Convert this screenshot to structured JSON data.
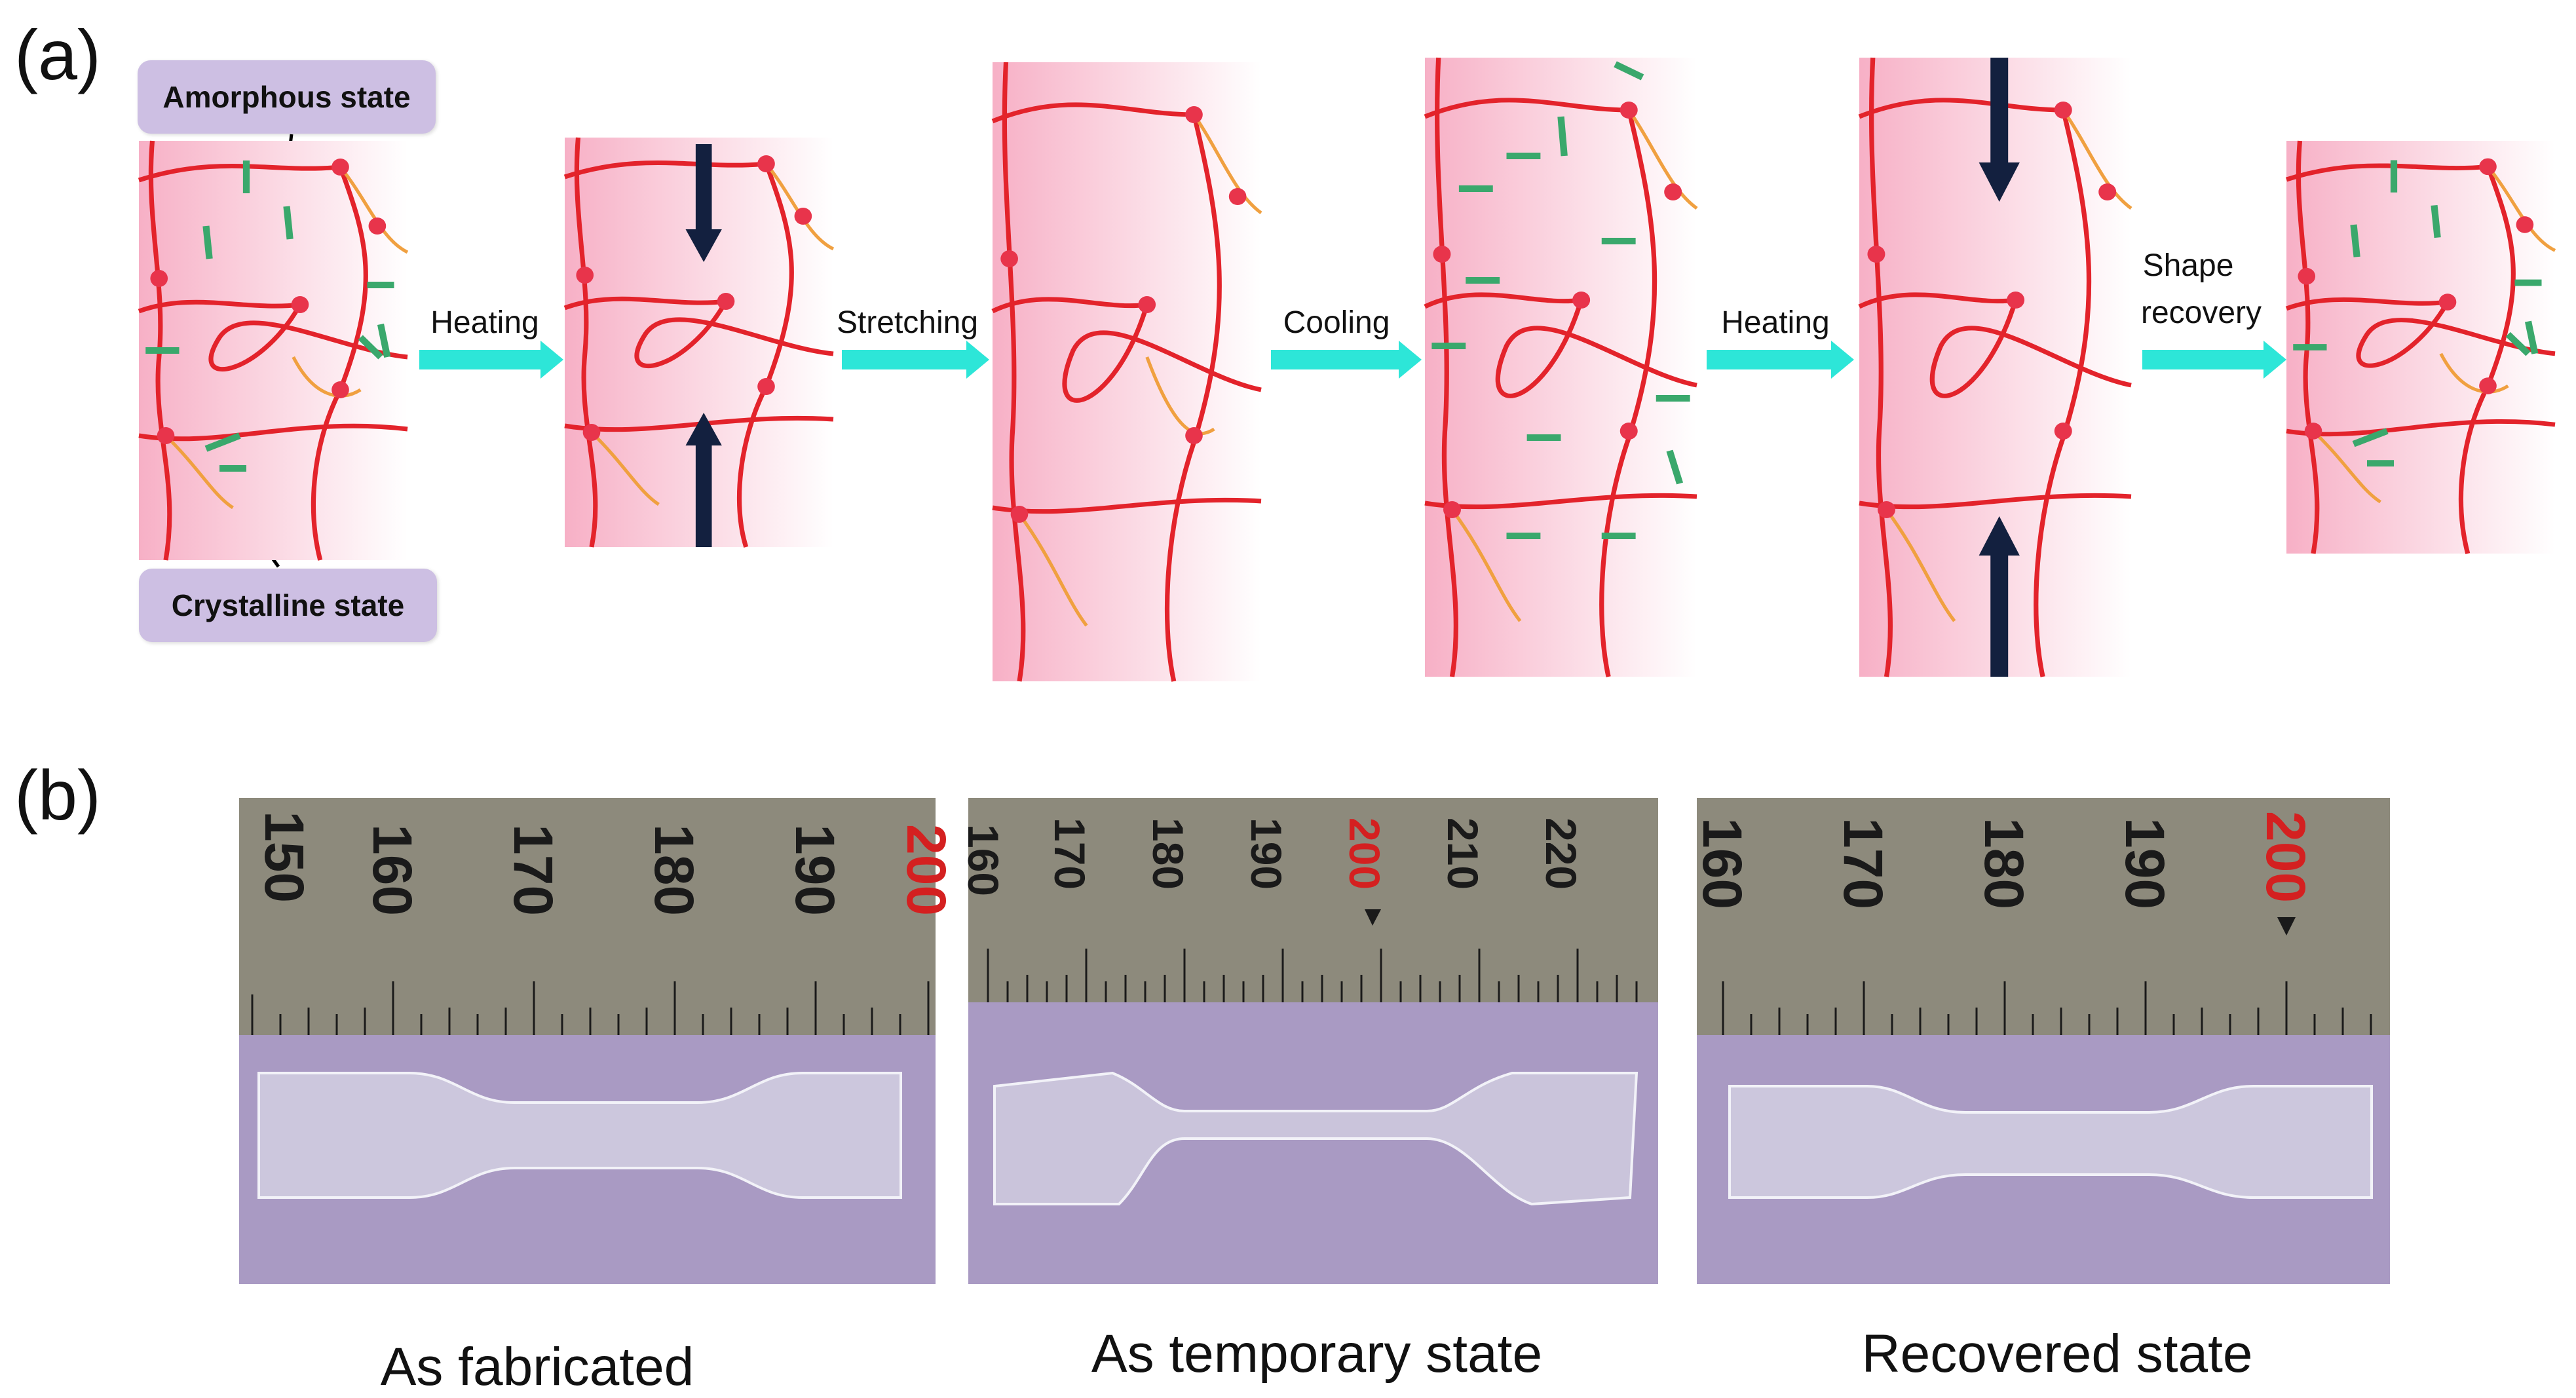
{
  "panel_a": {
    "label": "(a)",
    "tag_amorphous": "Amorphous state",
    "tag_crystalline": "Crystalline state",
    "steps": [
      {
        "label": "Heating"
      },
      {
        "label": "Stretching"
      },
      {
        "label": "Cooling"
      },
      {
        "label": "Heating"
      },
      {
        "label_line1": "Shape",
        "label_line2": "recovery"
      }
    ]
  },
  "panel_b": {
    "label": "(b)",
    "photos": [
      {
        "caption": "As fabricated",
        "ticks": [
          "150",
          "160",
          "170",
          "180",
          "190",
          "200"
        ],
        "highlight": "200"
      },
      {
        "caption": "As temporary state",
        "ticks": [
          "160",
          "170",
          "180",
          "190",
          "200",
          "210",
          "220"
        ],
        "highlight": "200"
      },
      {
        "caption": "Recovered state",
        "ticks": [
          "160",
          "170",
          "180",
          "190",
          "200"
        ],
        "highlight": "200"
      }
    ]
  },
  "colors": {
    "chain": "#e3232b",
    "branch": "#f0a040",
    "crystal": "#3aa86c",
    "arrow": "#2de6d8",
    "tag_bg": "#cdbfe3",
    "push_arrow": "#13203f"
  }
}
